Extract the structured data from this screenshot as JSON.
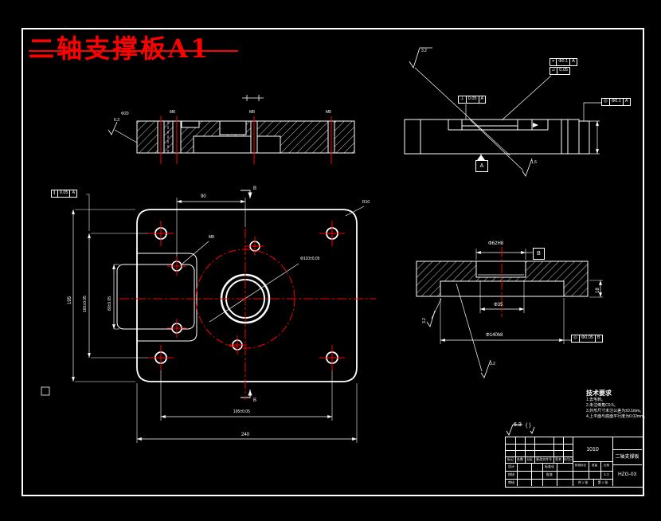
{
  "colors": {
    "background": "#000000",
    "line": "#ffffff",
    "accent_red": "#ff0000"
  },
  "title": "二轴支撑板A1",
  "top_view": {
    "hole_labels": [
      "M8",
      "M8",
      "M8"
    ],
    "dia_label": "Φ20",
    "roughness": "6.3"
  },
  "side_view": {
    "rough_top": "3.2",
    "rough_bottom": "1.6",
    "fcf_perp": {
      "sym": "⊥",
      "tol": "0.05",
      "datum": "A"
    },
    "fcf_pos": {
      "sym": "⌖",
      "tol": "Φ0.1",
      "datum": "A"
    },
    "fcf_flat": {
      "sym": "▱",
      "tol": "0.05"
    },
    "fcf_coax": {
      "sym": "◎",
      "tol": "Φ0.1",
      "datum": "A"
    },
    "datum": "A"
  },
  "plan_view": {
    "dim_90": "90",
    "m8_label": "M8",
    "r10_label": "R10",
    "bolt_circle_label": "Φ110±0.05",
    "dim_left_outer": "195",
    "dim_left_mid": "160±0.05",
    "dim_left_inner": "80±0.05",
    "dim_bottom_inner": "195±0.05",
    "dim_bottom_outer": "240",
    "section_mark": "B",
    "fcf_para": {
      "sym": "∥",
      "tol": "0.05",
      "datum": "A"
    }
  },
  "section_view": {
    "dim_top": "Φ62H8",
    "datum": "B",
    "dim_inner": "Φ35",
    "dim_lower": "Φ140h8",
    "dim_right": "18",
    "rough_left": "3.2",
    "rough_bottom": "3.2",
    "fcf_coax": {
      "sym": "◎",
      "tol": "Φ0.05",
      "datum": "B"
    }
  },
  "notes": {
    "rough_general": "6.3",
    "rough_general_suffix": "(  )",
    "tech_title": "技术要求",
    "items": [
      "1.去毛刺。",
      "2.未注倒角C0.5。",
      "3.外形尺寸未注公差为±0.1mm。",
      "4.上平面与底面平行度为0.02mm。"
    ]
  },
  "title_block": {
    "material": "1010",
    "part_name": "二轴支撑板",
    "drawing_no": "HZG-03",
    "stage": "阶段标记",
    "mass": "质量",
    "scale": "比例",
    "scale_val": "1:1",
    "sheets": "共 1 张",
    "sheet_no": "第 1 张",
    "rev_header": [
      "标记",
      "处数",
      "分区",
      "更改文件号",
      "签名",
      "年月日"
    ],
    "roles": [
      "设计",
      "校核",
      "审核",
      "标准化",
      "批准"
    ]
  }
}
